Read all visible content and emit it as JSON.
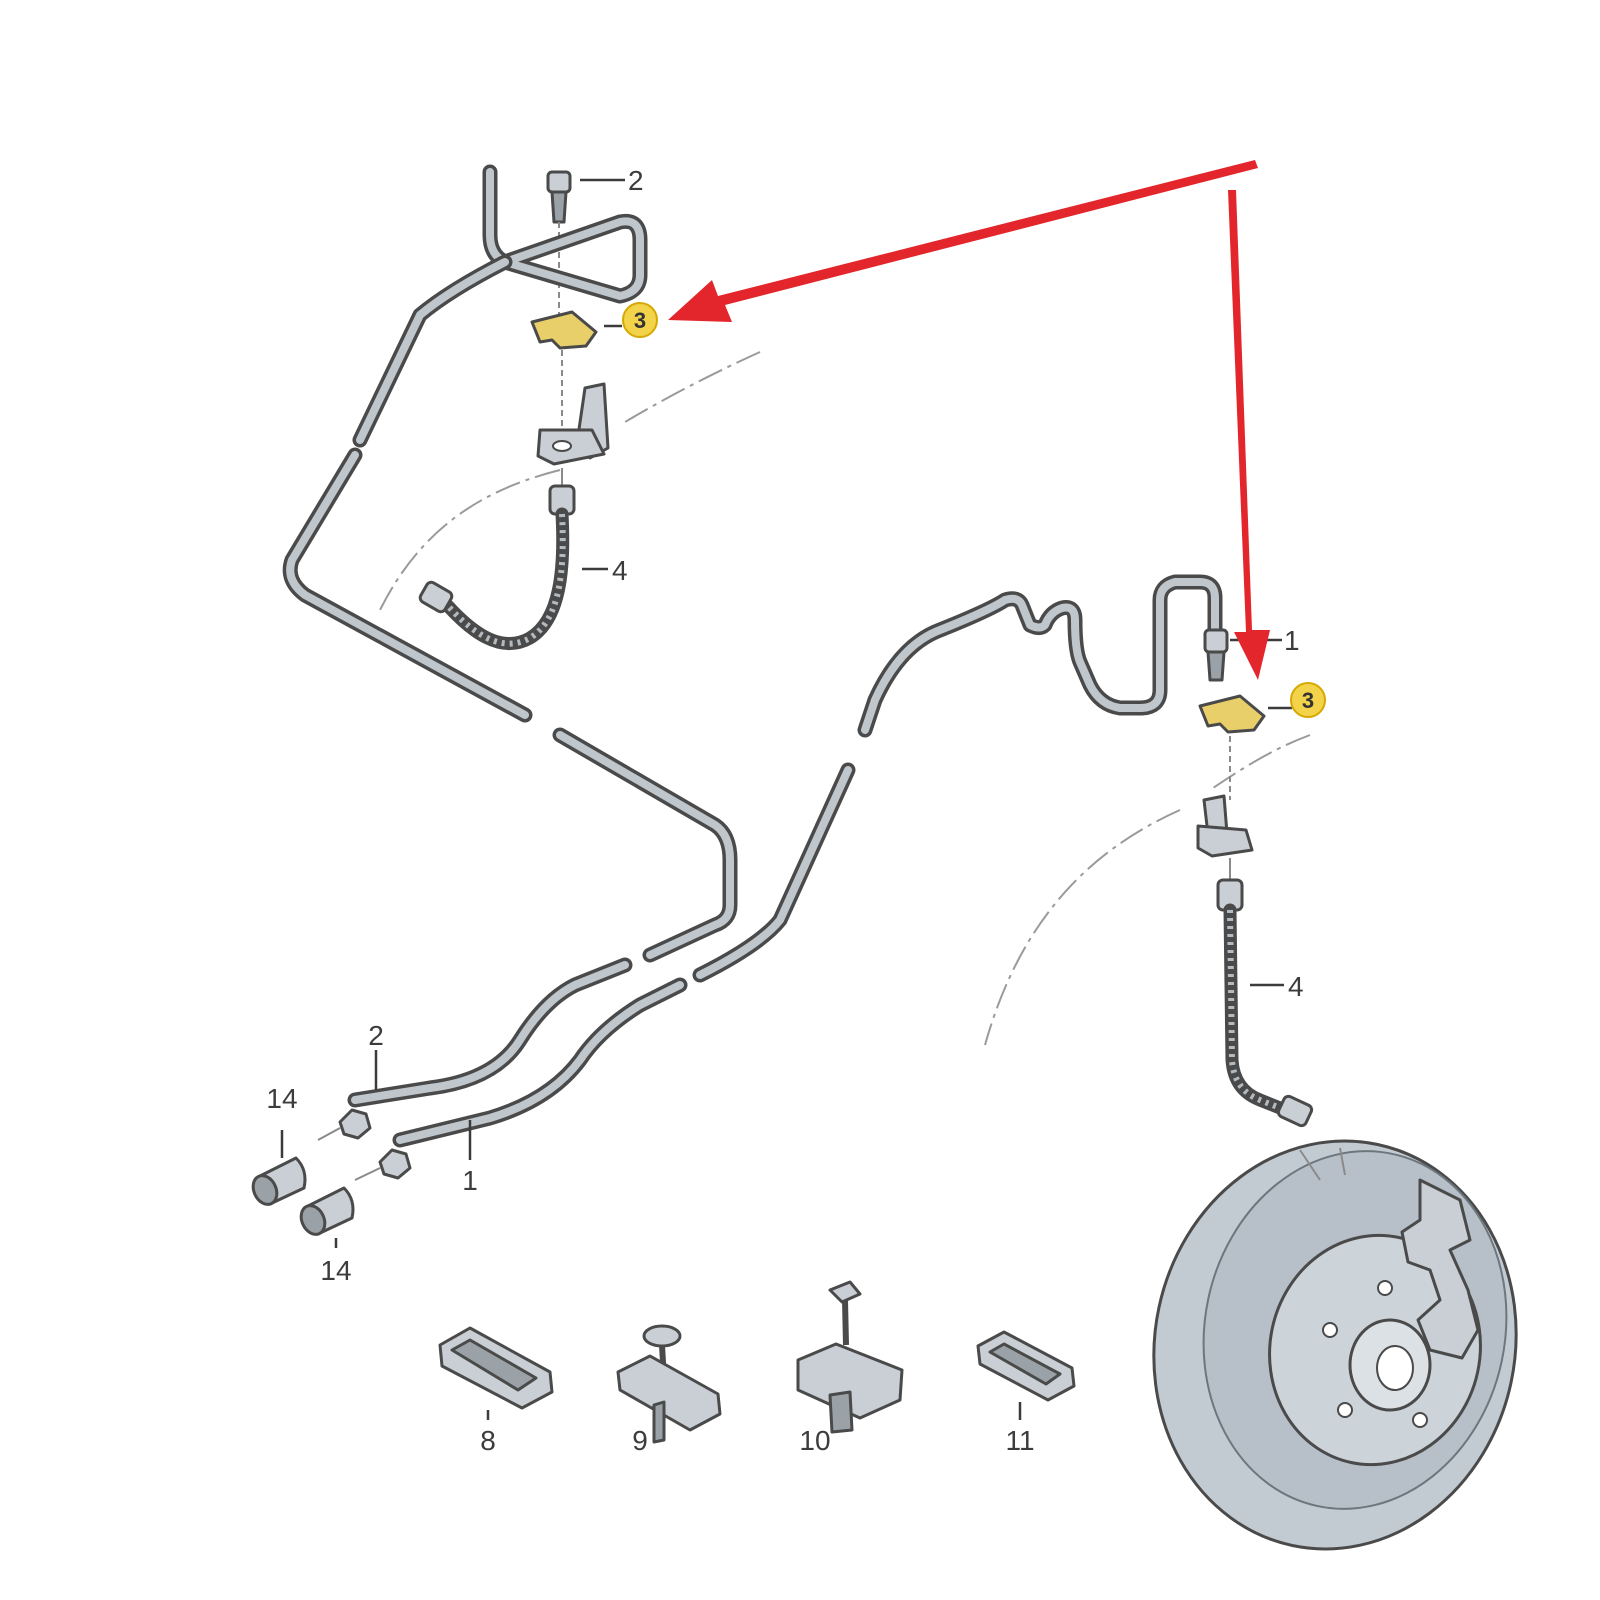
{
  "callouts": {
    "c_1_top": "1",
    "c_1_bottom": "1",
    "c_2_top": "2",
    "c_2_bottom": "2",
    "c_3_left": "3",
    "c_3_right": "3",
    "c_4_left": "4",
    "c_4_right": "4",
    "c_8": "8",
    "c_9": "9",
    "c_10": "10",
    "c_11": "11",
    "c_14_top": "14",
    "c_14_bottom": "14"
  },
  "colors": {
    "arrow": "#e3262b",
    "highlight_badge": "#f2d34a",
    "pipe": "#4a4a4a",
    "metal": "#c9cfd4"
  }
}
